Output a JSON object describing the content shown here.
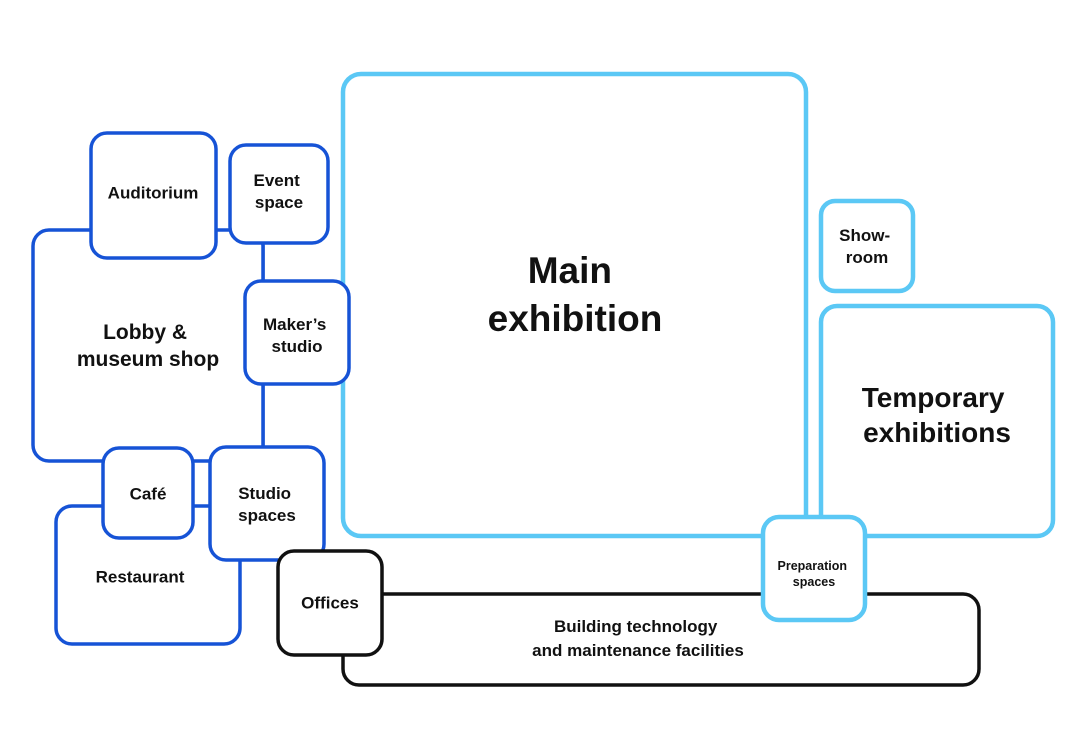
{
  "diagram": {
    "rooms": {
      "auditorium": [
        "Auditorium"
      ],
      "event_space": [
        "Event",
        "space"
      ],
      "lobby": [
        "Lobby &",
        "museum shop"
      ],
      "makers_studio": [
        "Maker’s",
        "studio"
      ],
      "cafe": [
        "Café"
      ],
      "studio_spaces": [
        "Studio",
        "spaces"
      ],
      "restaurant": [
        "Restaurant"
      ],
      "offices": [
        "Offices"
      ],
      "building_technology": [
        "Building technology",
        "and maintenance facilities"
      ],
      "main_exhibition": [
        "Main",
        "exhibition"
      ],
      "showroom": [
        "Show-",
        "room"
      ],
      "temporary_exhibitions": [
        "Temporary",
        "exhibitions"
      ],
      "preparation_spaces": [
        "Preparation",
        "spaces"
      ]
    },
    "colors": {
      "dark_blue": "#1653d6",
      "light_blue": "#5bc8f5",
      "black": "#111111"
    }
  }
}
